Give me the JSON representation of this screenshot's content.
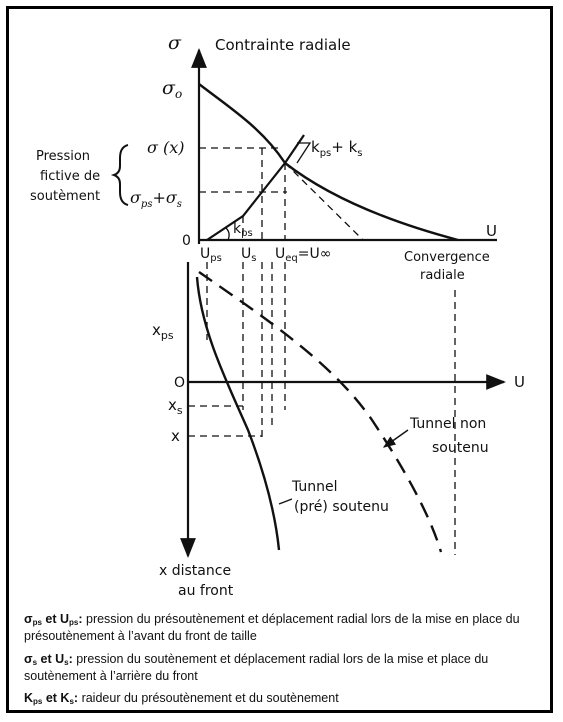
{
  "top_chart": {
    "axis_sigma": "σ",
    "title": "Contrainte radiale",
    "sigma0": "σ",
    "sigma0_sub": "o",
    "sigma_x": "σ (x)",
    "sigma_ps_s": "σ",
    "sigma_ps_s_sub1": "ps",
    "sigma_ps_s_plus": "+σ",
    "sigma_ps_s_sub2": "s",
    "origin": "0",
    "axis_u": "U",
    "k_sum": "k",
    "k_sum_sub1": "ps",
    "k_sum_plus": "+ k",
    "k_sum_sub2": "s",
    "k_ps": "k",
    "k_ps_sub": "ps",
    "pressure_line1": "Pression",
    "pressure_line2": "fictive de",
    "pressure_line3": "soutèment",
    "u_ps": "U",
    "u_ps_sub": "ps",
    "u_s": "U",
    "u_s_sub": "s",
    "u_eq": "U",
    "u_eq_sub": "eq",
    "u_eq_rest": "=U∞",
    "convergence_line1": "Convergence",
    "convergence_line2": "radiale"
  },
  "bottom_chart": {
    "x_ps": "x",
    "x_ps_sub": "ps",
    "origin": "O",
    "axis_u": "U",
    "x_s": "x",
    "x_s_sub": "s",
    "x": "x",
    "tunnel_non_line1": "Tunnel non",
    "tunnel_non_line2": "soutenu",
    "tunnel_sout_line1": "Tunnel",
    "tunnel_sout_line2": "(pré) soutenu",
    "distance_line1": "x distance",
    "distance_line2": "au front"
  },
  "legend": {
    "item1": {
      "sym1": "σ",
      "sub1": "ps",
      "mid": " et U",
      "sub2": "ps",
      "colon": ":",
      "text": " pression du présoutènement et déplacement radial lors de la mise en place du présoutènement à l’avant du front de taille"
    },
    "item2": {
      "sym1": "σ",
      "sub1": "s",
      "mid": " et U",
      "sub2": "s",
      "colon": ":",
      "text": " pression du soutènement et déplacement radial lors de la mise et place du soutènement à l’arrière du front"
    },
    "item3": {
      "sym1": "K",
      "sub1": "ps",
      "mid": " et K",
      "sub2": "s",
      "colon": ":",
      "text": " raideur du présoutènement et du soutènement"
    }
  }
}
